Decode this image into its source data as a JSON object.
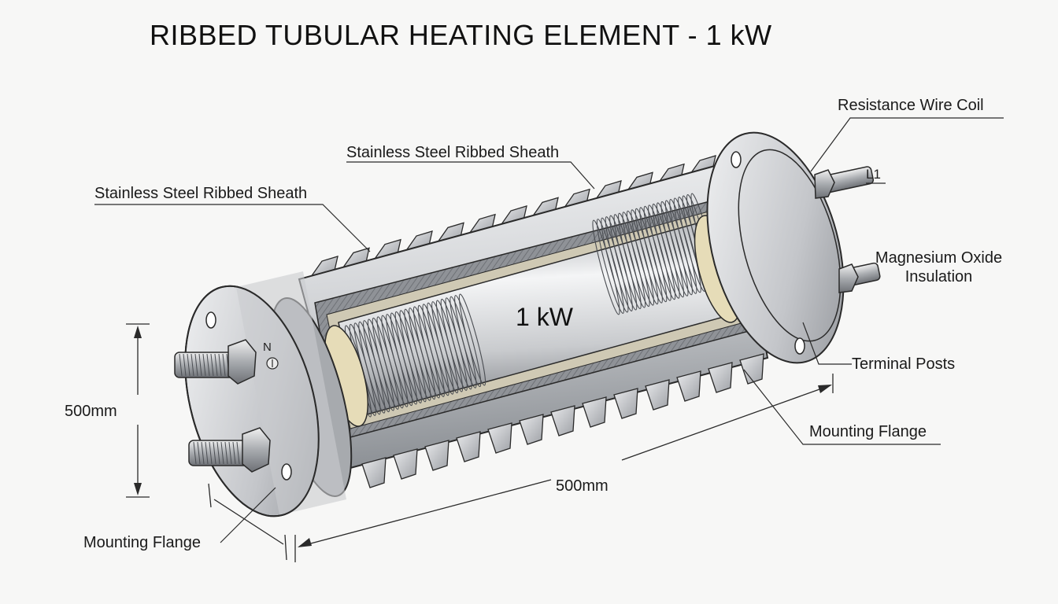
{
  "title": "RIBBED TUBULAR HEATING ELEMENT - 1 kW",
  "center_label": "1 kW",
  "labels": {
    "sheath_top": "Stainless Steel Ribbed Sheath",
    "sheath_left": "Stainless Steel Ribbed Sheath",
    "resistance_coil": "Resistance Wire Coil",
    "terminal_l1": "L1",
    "magnesium_oxide_line1": "Magnesium Oxide",
    "magnesium_oxide_line2": "Insulation",
    "terminal_posts": "Terminal Posts",
    "mounting_flange_right": "Mounting Flange",
    "mounting_flange_left": "Mounting Flange",
    "terminal_n": "N"
  },
  "dimensions": {
    "height": "500mm",
    "length": "500mm"
  },
  "colors": {
    "steel_light": "#e4e5e7",
    "steel_dark": "#8a8d92",
    "insulation": "#e6dcb8",
    "line": "#2a2a2a"
  }
}
